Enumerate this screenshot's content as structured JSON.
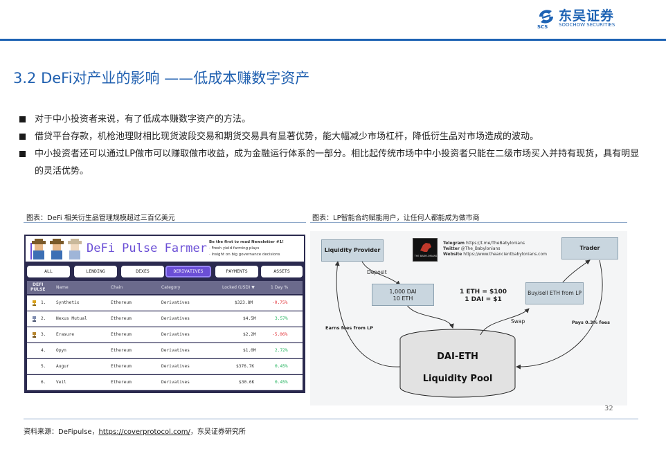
{
  "header": {
    "logo_cn": "东吴证券",
    "logo_en": "SOOCHOW SECURITIES",
    "logo_abbr": "SCS",
    "brand_color": "#1e63b4"
  },
  "title": "3.2 DeFi对产业的影响 ——低成本赚数字资产",
  "bullets": [
    "对于中小投资者来说，有了低成本赚数字资产的方法。",
    "借贷平台存款，机枪池理财相比现货波段交易和期货交易具有显著优势，能大幅减少市场杠杆，降低衍生品对市场造成的波动。",
    "中小投资者还可以通过LP做市可以赚取做市收益，成为金融运行体系的一部分。相比起传统市场中中小投资者只能在二级市场买入并持有现货，具有明显的灵活优势。"
  ],
  "left_figure": {
    "caption": "图表：DeFi 相关衍生品管理规模超过三百亿美元",
    "brand": "DeFi Pulse Farmer",
    "newsletter": [
      "Be the first to read Newsletter #1!",
      "· Fresh yield farming plays",
      "· Insight on big governance decisions"
    ],
    "tabs": [
      "ALL",
      "LENDING",
      "DEXES",
      "DERIVATIVES",
      "PAYMENTS",
      "ASSETS"
    ],
    "active_tab": "DERIVATIVES",
    "columns": {
      "defi": "DEFI",
      "pulse": "PULSE",
      "name": "Name",
      "chain": "Chain",
      "category": "Category",
      "locked": "Locked (USD) ▼",
      "day": "1 Day %"
    },
    "rows": [
      {
        "rank": "1.",
        "name": "Synthetix",
        "chain": "Ethereum",
        "category": "Derivatives",
        "locked": "$323.8M",
        "day": "-0.75%",
        "trend": "neg"
      },
      {
        "rank": "2.",
        "name": "Nexus Mutual",
        "chain": "Ethereum",
        "category": "Derivatives",
        "locked": "$4.5M",
        "day": "3.57%",
        "trend": "pos"
      },
      {
        "rank": "3.",
        "name": "Erasure",
        "chain": "Ethereum",
        "category": "Derivatives",
        "locked": "$2.2M",
        "day": "-5.06%",
        "trend": "neg"
      },
      {
        "rank": "4.",
        "name": "Opyn",
        "chain": "Ethereum",
        "category": "Derivatives",
        "locked": "$1.0M",
        "day": "2.72%",
        "trend": "pos"
      },
      {
        "rank": "5.",
        "name": "Augur",
        "chain": "Ethereum",
        "category": "Derivatives",
        "locked": "$376.7K",
        "day": "0.45%",
        "trend": "pos"
      },
      {
        "rank": "6.",
        "name": "Veil",
        "chain": "Ethereum",
        "category": "Derivatives",
        "locked": "$30.6K",
        "day": "0.45%",
        "trend": "pos"
      }
    ]
  },
  "right_figure": {
    "caption": "图表：LP智能合约赋能用户，让任何人都能成为做市商",
    "liquidity_provider": "Liquidity Provider",
    "trader": "Trader",
    "deposit": "Deposit",
    "deposit_box": [
      "1,000 DAI",
      "10 ETH"
    ],
    "rate": [
      "1 ETH = $100",
      "1 DAI = $1"
    ],
    "buysell": "Buy/sell ETH from LP",
    "swap": "Swap",
    "earns": "Earns fees from LP",
    "pays": "Pays 0.3% fees",
    "pool_line1": "DAI-ETH",
    "pool_line2": "Liquidity Pool",
    "contact_labels": [
      "Telegram",
      "Twitter",
      "Website"
    ],
    "contact_values": [
      "https://t.me/TheBabylonians",
      "@The_Babylonians",
      "https://www.theancientbabylonians.com"
    ],
    "badge_text": "THE BABYLONIANS"
  },
  "page_number": "32",
  "source": {
    "prefix": "资料来源：DeFipulse，",
    "link": "https://coverprotocol.com/",
    "suffix": "，东吴证券研究所"
  }
}
